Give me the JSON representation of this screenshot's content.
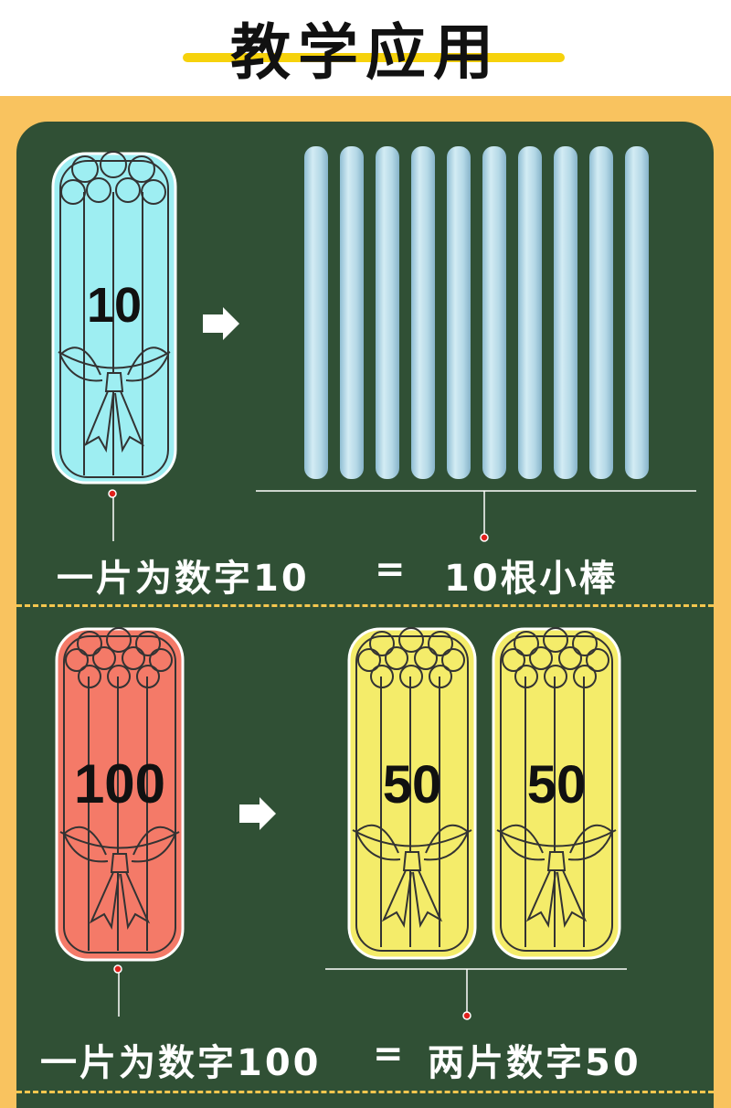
{
  "title": "教学应用",
  "section1": {
    "bundle_number": "10",
    "caption_left": "一片为数字10",
    "equals": "=",
    "caption_right": "10根小棒",
    "loose_stick_count": 10
  },
  "section2": {
    "bundle_number": "100",
    "bundle_a_number": "50",
    "bundle_b_number": "50",
    "caption_left": "一片为数字100",
    "equals": "=",
    "caption_right": "两片数字50"
  },
  "colors": {
    "board": "#305035",
    "frame": "#f9c35f",
    "title_underline": "#f6d20c",
    "blue_bundle": "#9eeef2",
    "red_bundle": "#f47a68",
    "yellow_bundle": "#f4ec6a",
    "stick": "#a9cfe1",
    "marker_dot": "#e0201c"
  },
  "icons": {
    "arrow1": "arrow-right-icon",
    "arrow2": "arrow-right-icon"
  }
}
